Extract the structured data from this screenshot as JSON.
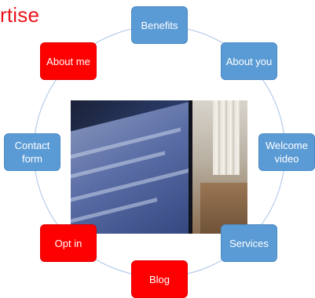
{
  "title": "rtise",
  "nodes": {
    "benefits": "Benefits",
    "about_you": "About you",
    "welcome_video": "Welcome video",
    "services": "Services",
    "blog": "Blog",
    "opt_in": "Opt in",
    "contact_form": "Contact form",
    "about_me": "About me"
  },
  "colors": {
    "blue": "#5b9bd5",
    "red": "#ff0000",
    "title": "#e8141c",
    "ring": "#a9c4e6"
  }
}
